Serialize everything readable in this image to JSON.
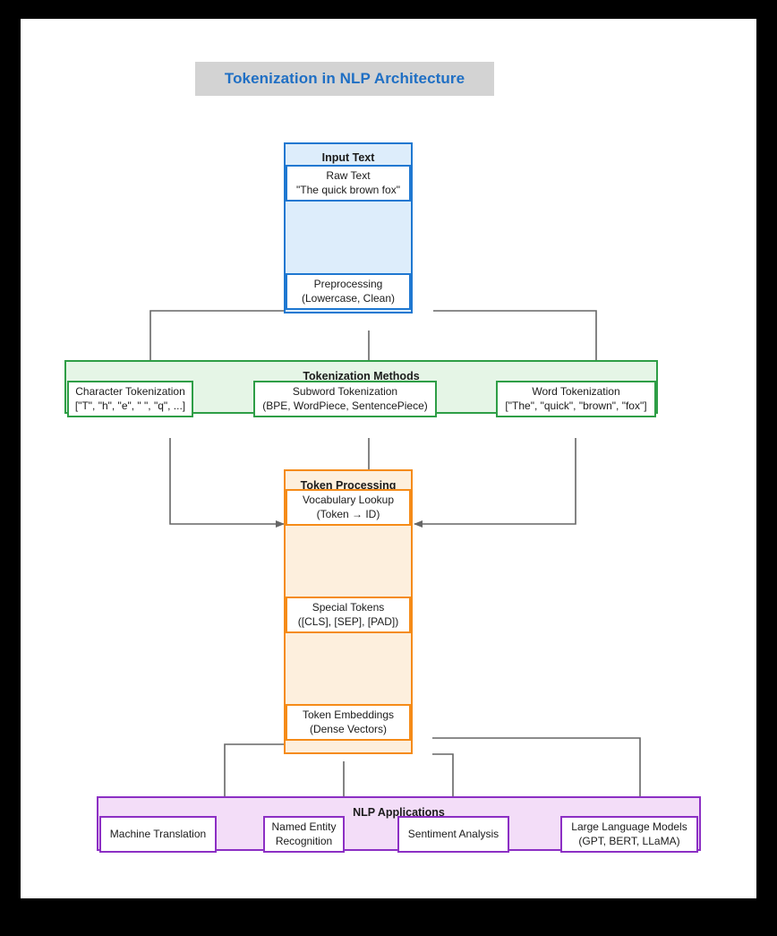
{
  "page": {
    "title": "Tokenization in NLP Architecture",
    "frame_color": "#000000",
    "canvas_color": "#ffffff",
    "title_color": "#1f6fc4",
    "title_band_color": "#d3d3d3"
  },
  "clusters": {
    "input": {
      "label": "Input Text",
      "border_color": "#1f78d1",
      "fill_color": "#ddedfb"
    },
    "methods": {
      "label": "Tokenization Methods",
      "border_color": "#2e9e46",
      "fill_color": "#e5f5e6"
    },
    "processing": {
      "label": "Token Processing",
      "border_color": "#f58b18",
      "fill_color": "#fdefdd"
    },
    "applications": {
      "label": "NLP Applications",
      "border_color": "#8c2fc4",
      "fill_color": "#f3ddf8"
    }
  },
  "nodes": {
    "raw_text": {
      "line1": "Raw Text",
      "line2": "\"The quick brown fox\""
    },
    "preprocessing": {
      "line1": "Preprocessing",
      "line2": "(Lowercase, Clean)"
    },
    "char_tok": {
      "line1": "Character Tokenization",
      "line2": "[\"T\", \"h\", \"e\", \" \", \"q\", ...]"
    },
    "sub_tok": {
      "line1": "Subword Tokenization",
      "line2": "(BPE, WordPiece, SentencePiece)"
    },
    "word_tok": {
      "line1": "Word Tokenization",
      "line2": "[\"The\", \"quick\", \"brown\", \"fox\"]"
    },
    "vocab_lookup": {
      "line1": "Vocabulary Lookup",
      "line2": "(Token → ID)"
    },
    "special_tokens": {
      "line1": "Special Tokens",
      "line2": "([CLS], [SEP], [PAD])"
    },
    "token_embed": {
      "line1": "Token Embeddings",
      "line2": "(Dense Vectors)"
    },
    "machine_translation": {
      "line1": "Machine Translation",
      "line2": ""
    },
    "ner": {
      "line1": "Named Entity",
      "line2": "Recognition"
    },
    "sentiment": {
      "line1": "Sentiment Analysis",
      "line2": ""
    },
    "llm": {
      "line1": "Large Language Models",
      "line2": "(GPT, BERT, LLaMA)"
    }
  },
  "edges": {
    "color": "#666666",
    "list": [
      {
        "from": "raw_text",
        "to": "preprocessing"
      },
      {
        "from": "preprocessing",
        "to": "char_tok"
      },
      {
        "from": "preprocessing",
        "to": "sub_tok"
      },
      {
        "from": "preprocessing",
        "to": "word_tok"
      },
      {
        "from": "char_tok",
        "to": "vocab_lookup"
      },
      {
        "from": "sub_tok",
        "to": "vocab_lookup"
      },
      {
        "from": "word_tok",
        "to": "vocab_lookup"
      },
      {
        "from": "vocab_lookup",
        "to": "special_tokens"
      },
      {
        "from": "special_tokens",
        "to": "token_embed"
      },
      {
        "from": "token_embed",
        "to": "machine_translation"
      },
      {
        "from": "token_embed",
        "to": "ner"
      },
      {
        "from": "token_embed",
        "to": "sentiment"
      },
      {
        "from": "token_embed",
        "to": "llm"
      }
    ]
  }
}
